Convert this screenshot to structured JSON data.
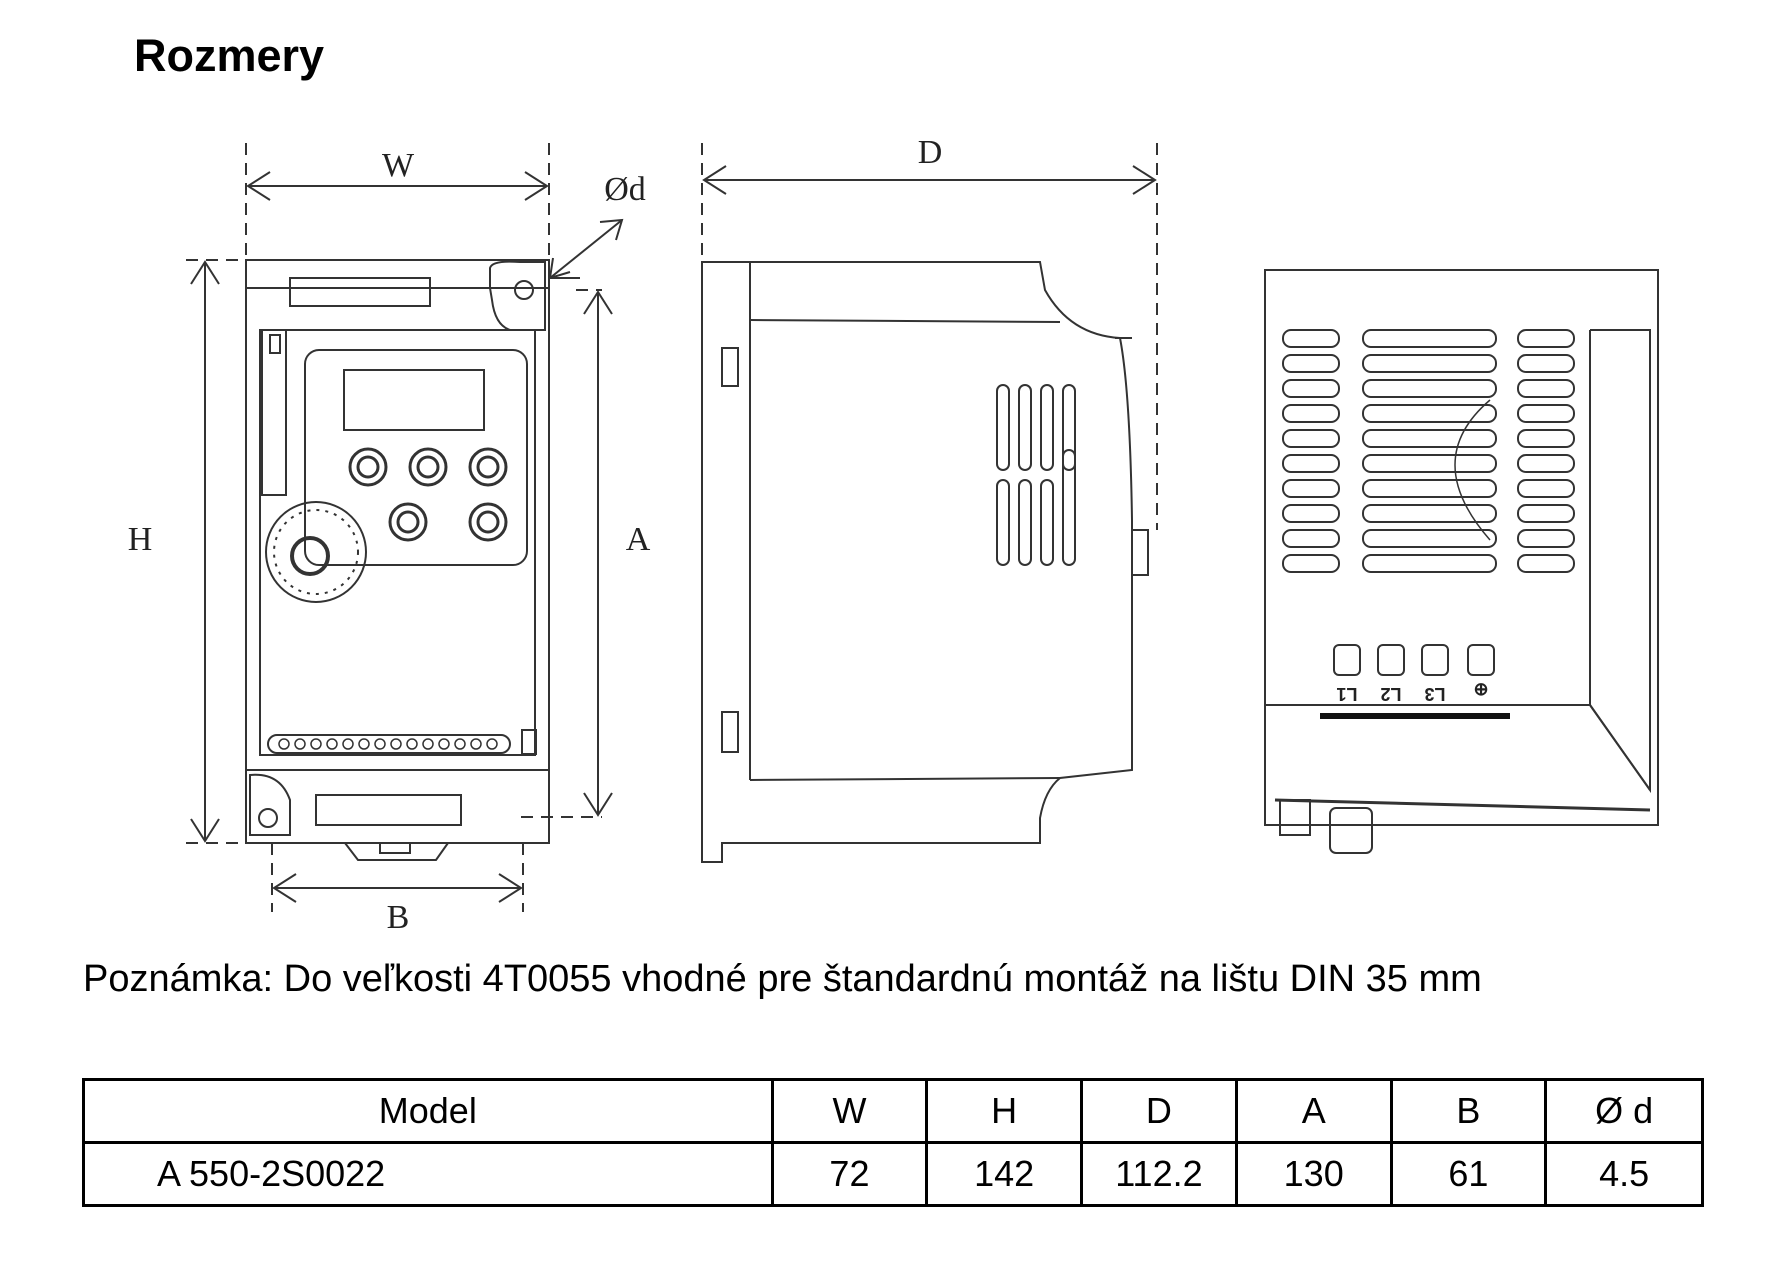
{
  "title": "Rozmery",
  "diagram": {
    "labels": {
      "W": "W",
      "D": "D",
      "H": "H",
      "A": "A",
      "B": "B",
      "d": "Ød"
    },
    "terminals": [
      "L1",
      "L2",
      "L3",
      "⊕"
    ]
  },
  "note": "Poznámka: Do veľkosti 4T0055 vhodné pre štandardnú montáž na lištu DIN 35 mm",
  "table": {
    "headers": [
      "Model",
      "W",
      "H",
      "D",
      "A",
      "B",
      "Ø d"
    ],
    "rows": [
      [
        "A 550-2S0022",
        "72",
        "142",
        "112.2",
        "130",
        "61",
        "4.5"
      ]
    ]
  }
}
